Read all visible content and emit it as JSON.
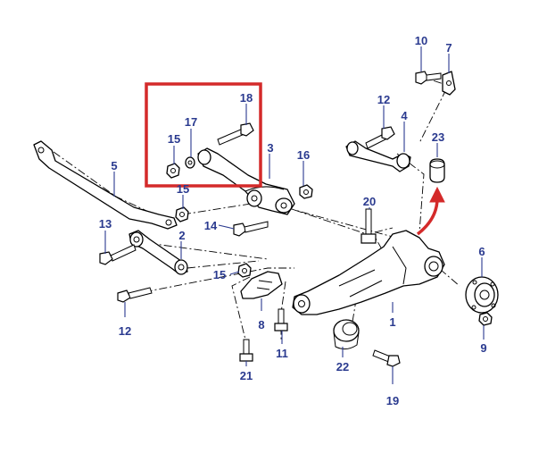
{
  "callouts": {
    "c1": "1",
    "c2": "2",
    "c3": "3",
    "c4": "4",
    "c5": "5",
    "c6": "6",
    "c7": "7",
    "c8": "8",
    "c9": "9",
    "c10": "10",
    "c11": "11",
    "c12a": "12",
    "c12b": "12",
    "c13": "13",
    "c14": "14",
    "c15a": "15",
    "c15b": "15",
    "c15c": "15",
    "c16": "16",
    "c17": "17",
    "c18": "18",
    "c19": "19",
    "c20": "20",
    "c21": "21",
    "c22": "22",
    "c23": "23"
  },
  "colors": {
    "callout": "#2a3a8f",
    "highlight_box": "#d42a2a",
    "arrow": "#d42a2a",
    "line_art": "#000000"
  }
}
